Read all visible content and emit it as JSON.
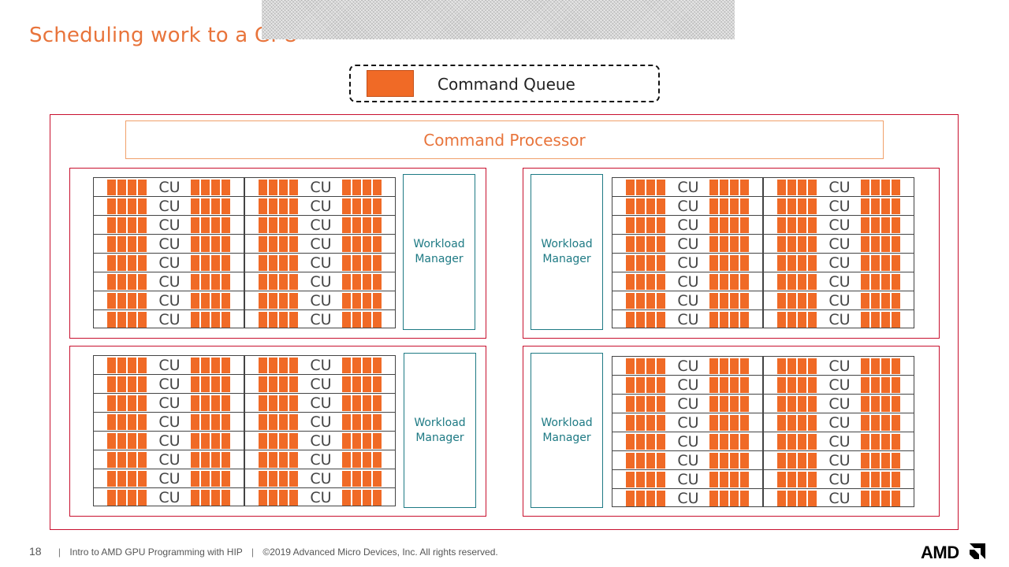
{
  "slide": {
    "title": "Scheduling work to a GPU",
    "page_number": "18",
    "footer_course": "Intro to AMD GPU Programming with HIP",
    "footer_copyright": "©2019 Advanced Micro Devices, Inc.  All rights reserved.",
    "footer_separator": "|",
    "logo_text": "AMD"
  },
  "legend": {
    "command_queue_label": "Command Queue",
    "swatch_color": "#f06a26"
  },
  "gpu": {
    "command_processor_label": "Command Processor",
    "cu_label": "CU",
    "workload_manager_line1": "Workload",
    "workload_manager_line2": "Manager",
    "shader_engines": 4,
    "cu_rows_per_column": 8,
    "cu_columns_per_engine": 2,
    "colors": {
      "engine_border": "#c8102e",
      "wavefront": "#f06a26",
      "workload_manager": "#1e7a84",
      "title": "#e8743b"
    }
  }
}
